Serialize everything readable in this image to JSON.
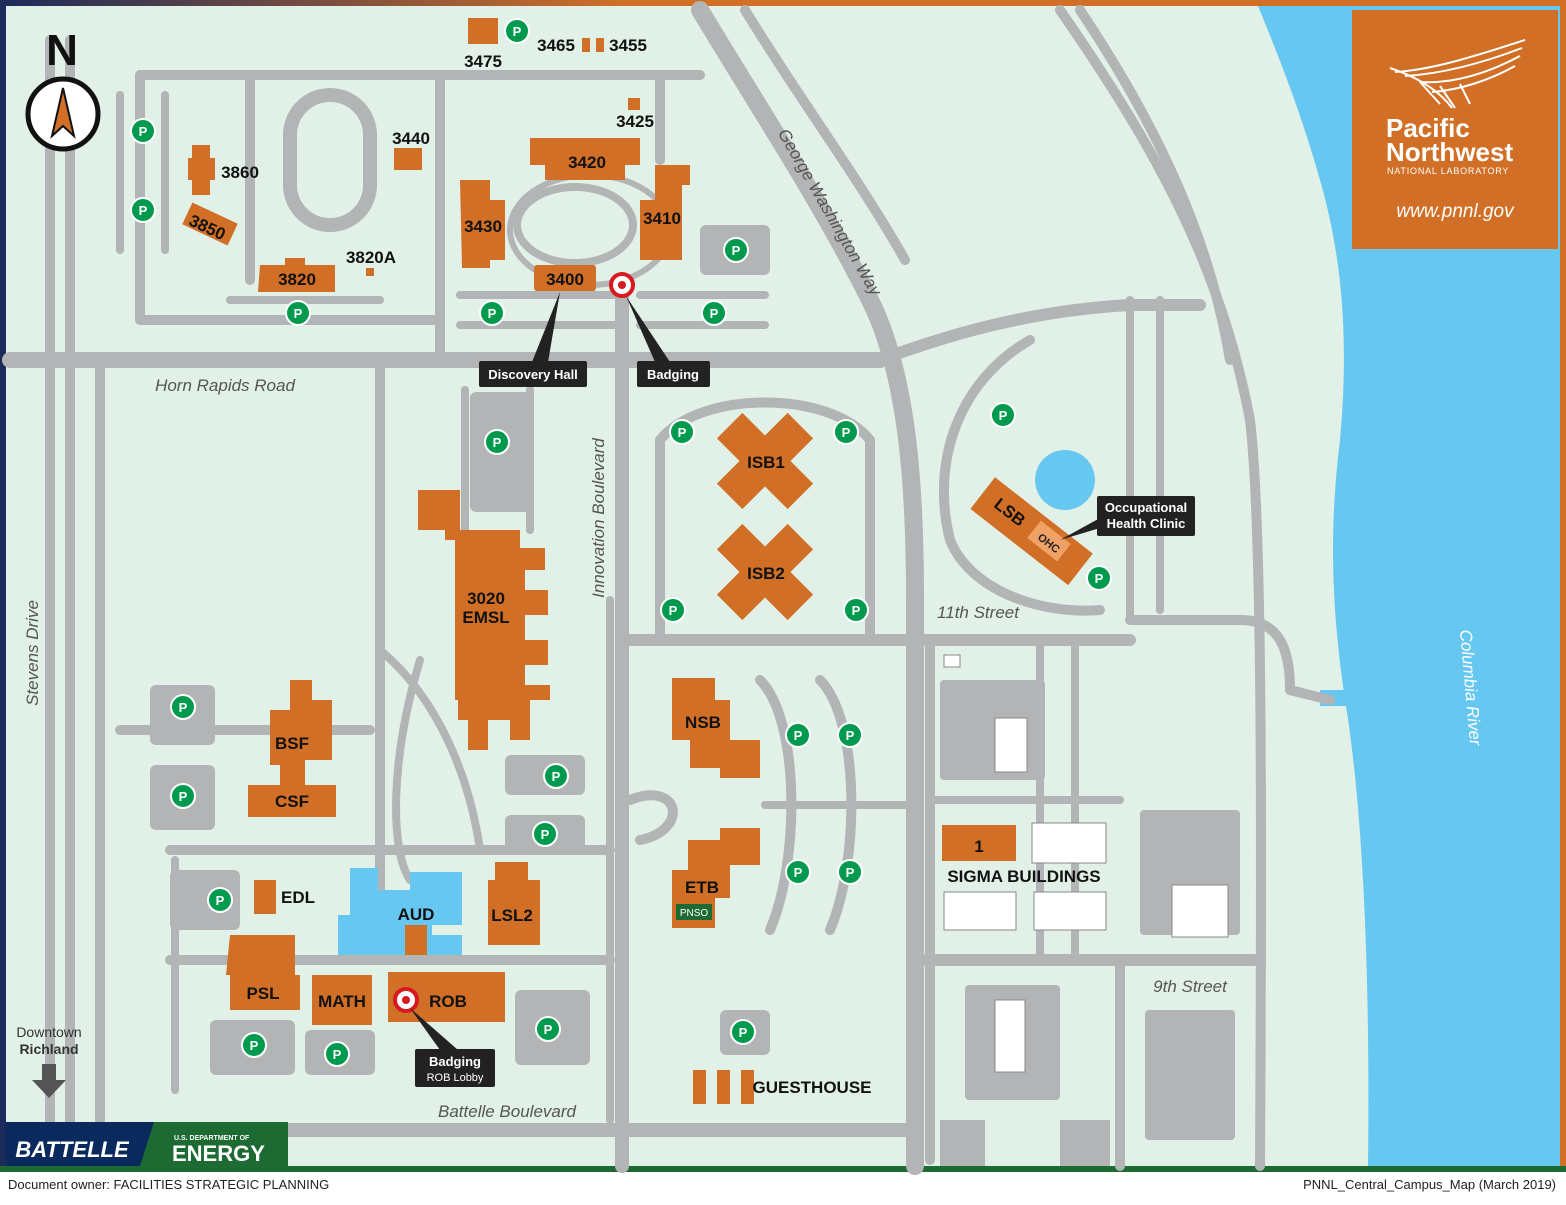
{
  "colors": {
    "background": "#e2f1e8",
    "roads": "#b2b4b6",
    "buildings": "#d16f26",
    "water": "#66c7f1",
    "parking": "#009a4e",
    "logo_panel": "#d16f26",
    "frame_navy": "#1c2b5a",
    "battelle_bg": "#0a2a5e",
    "energy_bg": "#1d6b33"
  },
  "compass": {
    "letter": "N"
  },
  "logo": {
    "line1": "Pacific",
    "line2": "Northwest",
    "line3": "NATIONAL LABORATORY",
    "url": "www.pnnl.gov"
  },
  "streets": {
    "horn_rapids": "Horn Rapids Road",
    "george_washington": "George Washington Way",
    "innovation": "Innovation Boulevard",
    "stevens": "Stevens Drive",
    "eleventh": "11th Street",
    "ninth": "9th Street",
    "battelle_blvd": "Battelle Boulevard",
    "columbia": "Columbia River"
  },
  "buildings": {
    "b3475": "3475",
    "b3465": "3465",
    "b3455": "3455",
    "b3425": "3425",
    "b3440": "3440",
    "b3420": "3420",
    "b3860": "3860",
    "b3850": "3850",
    "b3430": "3430",
    "b3410": "3410",
    "b3820": "3820",
    "b3820a": "3820A",
    "b3400": "3400",
    "isb1": "ISB1",
    "isb2": "ISB2",
    "lsb": "LSB",
    "ohc": "OHC",
    "emsl_num": "3020",
    "emsl_name": "EMSL",
    "nsb": "NSB",
    "bsf": "BSF",
    "csf": "CSF",
    "etb": "ETB",
    "pnso": "PNSO",
    "edl": "EDL",
    "aud": "AUD",
    "lsl2": "LSL2",
    "psl": "PSL",
    "math": "MATH",
    "rob": "ROB",
    "sigma1": "1",
    "sigma": "SIGMA BUILDINGS",
    "guesthouse": "GUESTHOUSE"
  },
  "callouts": {
    "discovery_hall": "Discovery Hall",
    "badging_north": "Badging",
    "ohc_line1": "Occupational",
    "ohc_line2": "Health Clinic",
    "badging_rob": "Badging",
    "rob_lobby": "ROB Lobby"
  },
  "parking_label": "P",
  "downtown": {
    "line1": "Downtown",
    "line2": "Richland"
  },
  "sponsors": {
    "battelle": "BATTELLE",
    "doe_small": "U.S. DEPARTMENT OF",
    "energy": "ENERGY"
  },
  "footer": {
    "owner": "Document owner: FACILITIES STRATEGIC PLANNING",
    "map_id": "PNNL_Central_Campus_Map (March 2019)"
  }
}
